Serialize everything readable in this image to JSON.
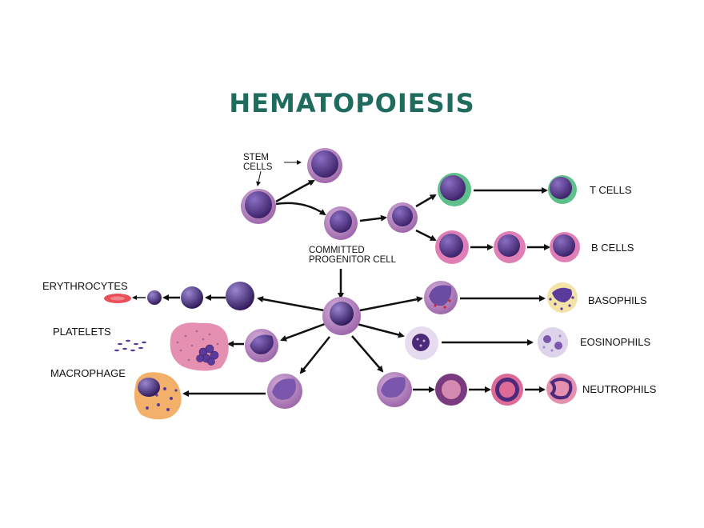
{
  "title": "HEMATOPOIESIS",
  "labels": {
    "stem_cells": [
      "STEM",
      "CELLS"
    ],
    "committed_progenitor": [
      "COMMITTED",
      "PROGENITOR CELL"
    ],
    "t_cells": "T  CELLS",
    "b_cells": "B  CELLS",
    "erythrocytes": "ERYTHROCYTES",
    "platelets": "PLATELETS",
    "macrophage": "MACROPHAGE",
    "basophils": "BASOPHILS",
    "eosinophils": "EOSINOPHILS",
    "neutrophils": "NEUTROPHILS"
  },
  "colors": {
    "title": "#1f6b5e",
    "cell_body": "#a875b3",
    "nucleus": "#4b2a7a",
    "t_cell_ring": "#5fbf8a",
    "b_cell_ring": "#e07fb6",
    "erythrocyte": "#e8505a",
    "platelet_mass": "#e58fb1",
    "macrophage": "#f2b06a"
  }
}
